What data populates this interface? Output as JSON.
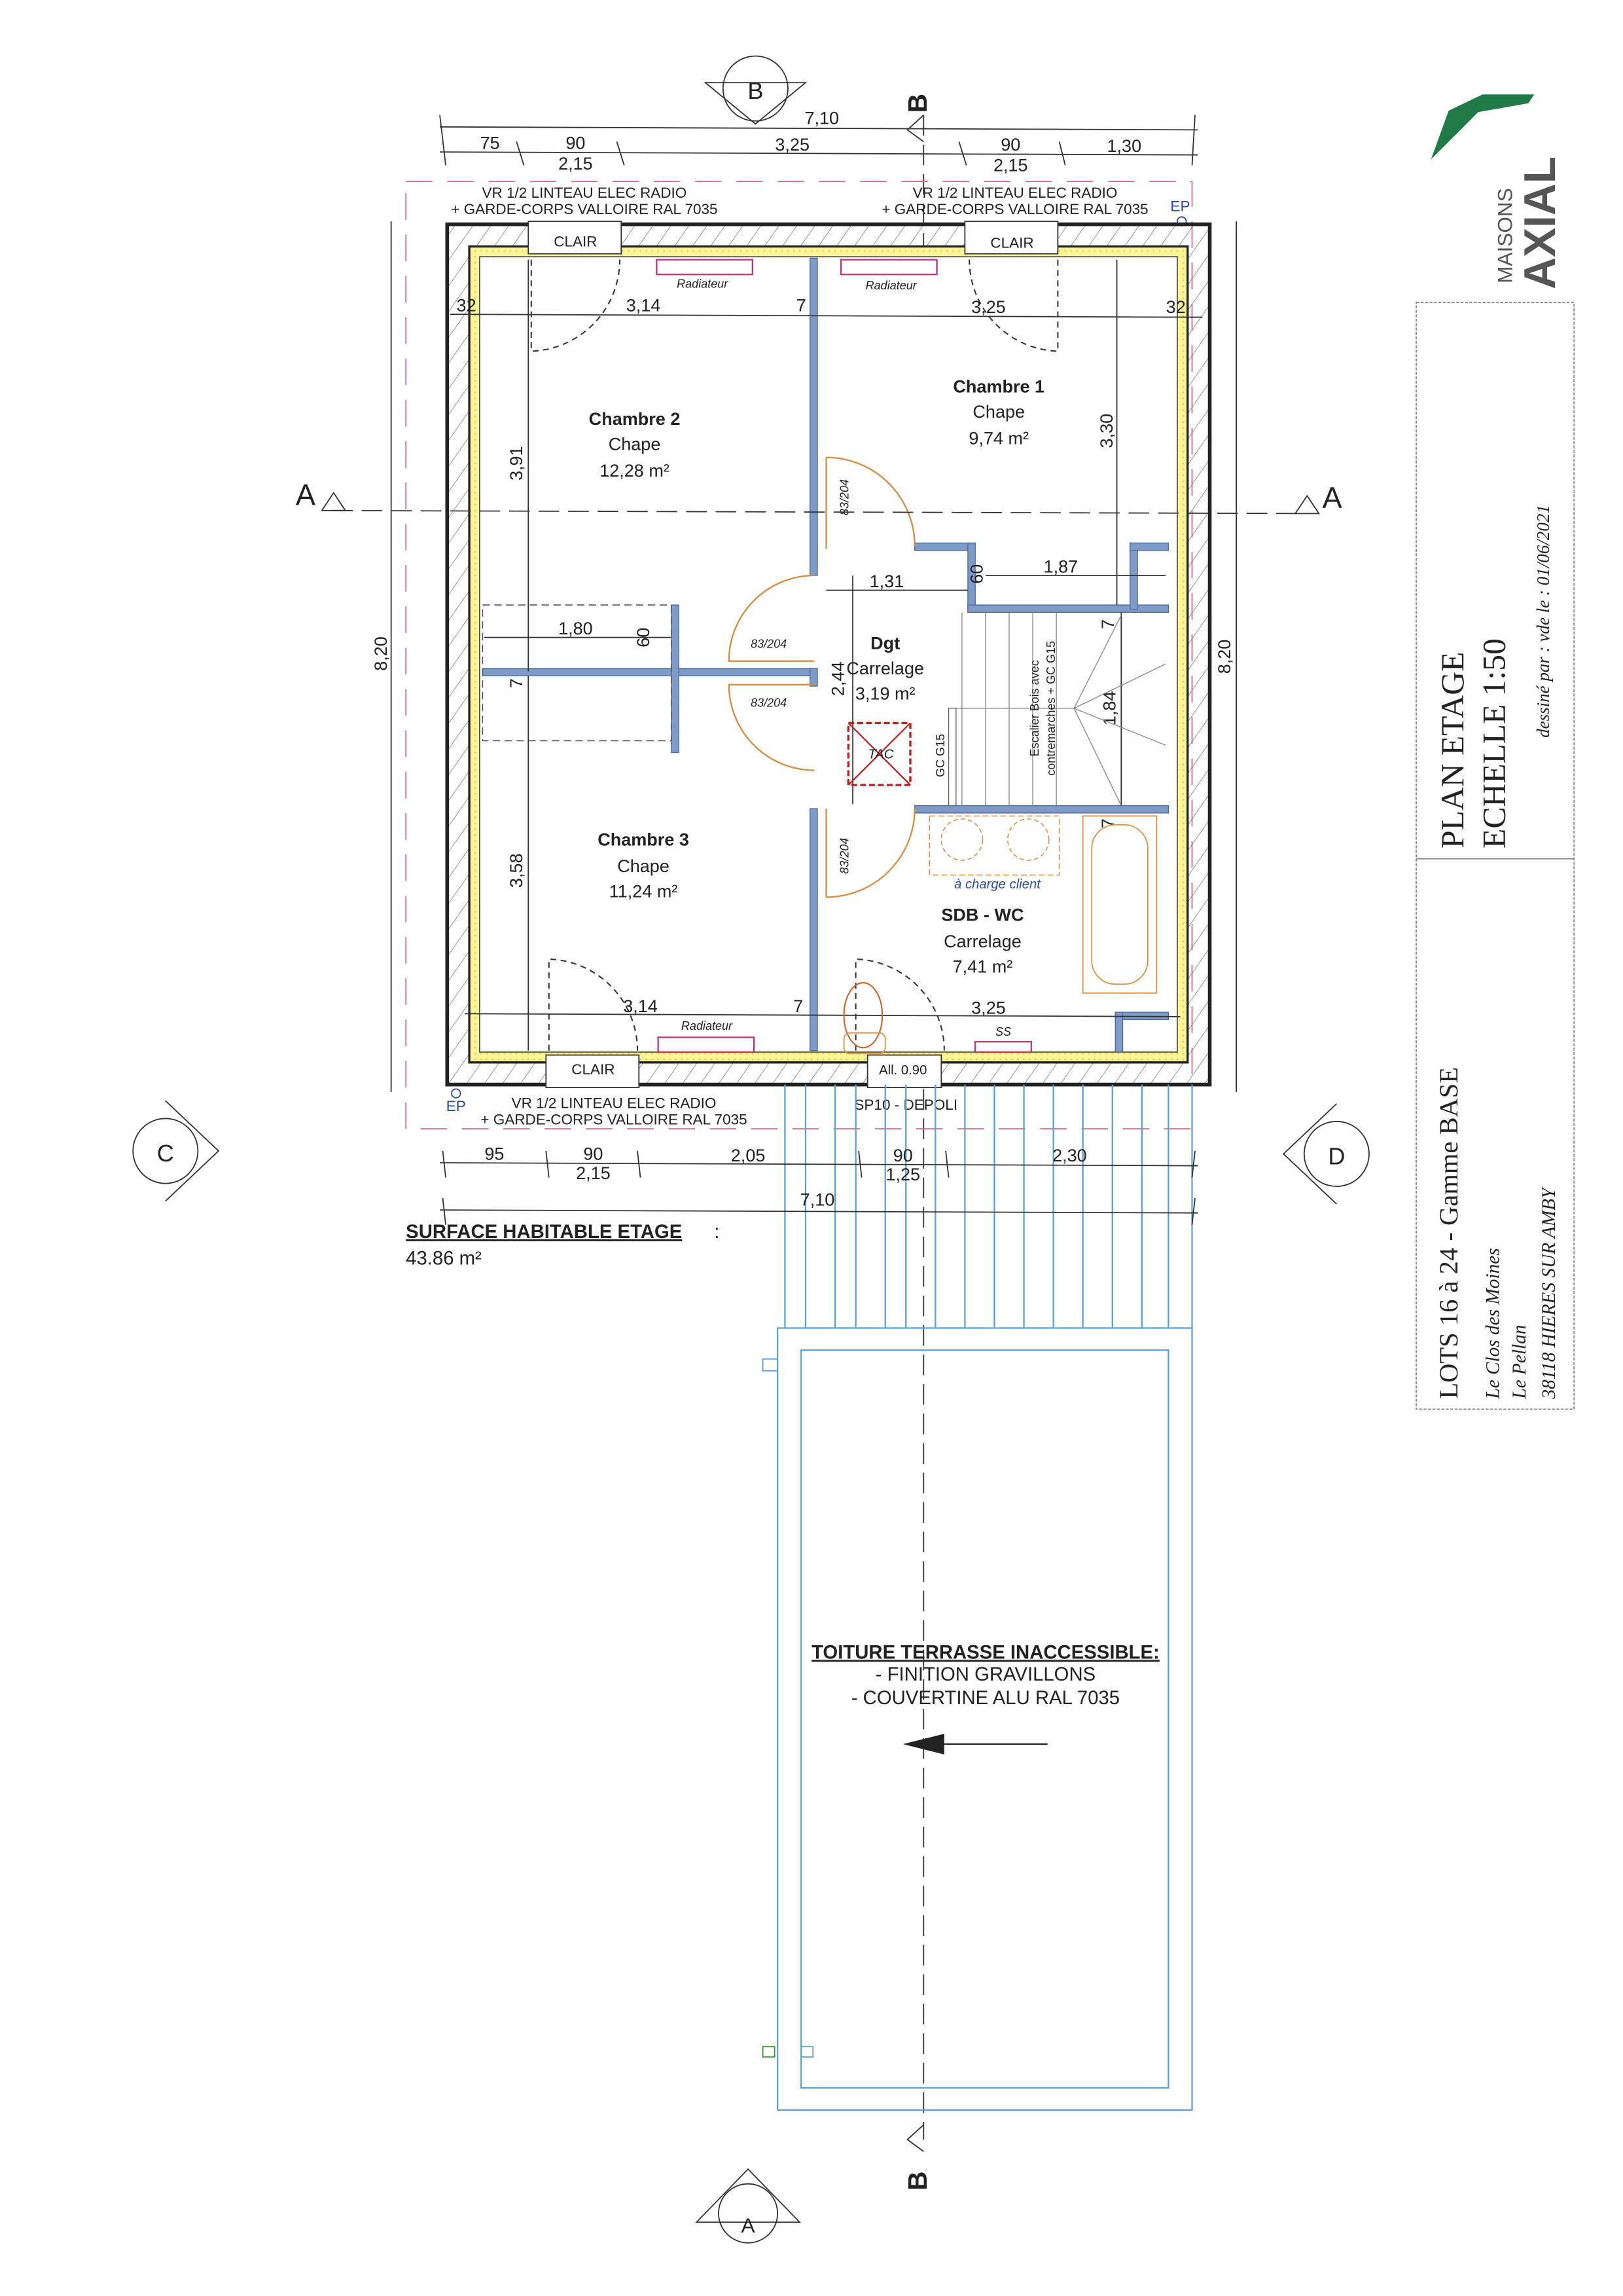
{
  "title_block": {
    "project": "LOTS 16 à 24 - Gamme BASE",
    "site_1": "Le Clos des Moines",
    "site_2": "Le Pellan",
    "site_3": "38118 HIERES SUR AMBY",
    "plan_title": "PLAN ETAGE",
    "scale": "ECHELLE 1:50",
    "drawn_by": "dessiné par : vde le : 01/06/2021"
  },
  "logo": {
    "line1": "MAISONS",
    "line2": "AXIAL",
    "color": "#1f7a45"
  },
  "sections": {
    "a": "A",
    "b": "B",
    "c": "C",
    "d": "D"
  },
  "dimensions": {
    "top_total": "7,10",
    "top": [
      "75",
      "90",
      "2,15",
      "3,25",
      "90",
      "2,15",
      "1,30"
    ],
    "bottom": [
      "95",
      "90",
      "2,15",
      "2,05",
      "90",
      "1,25",
      "2,30"
    ],
    "bottom_total": "7,10",
    "left_total": "8,20",
    "right_total": "8,20",
    "inner_top": [
      "32",
      "3,14",
      "7",
      "3,25",
      "32"
    ],
    "inner_bottom": [
      "3,14",
      "7",
      "3,25"
    ],
    "chambre2_height": "3,91",
    "chambre3_height": "3,58",
    "chambre1_height": "3,30",
    "closet_width": "1,80",
    "closet_depth": "60",
    "partition": "7",
    "dgt_width": "1,31",
    "dgt_height": "2,44",
    "stair_box_depth": "60",
    "stair_box_width": "1,87",
    "stair_width": "1,84",
    "stair_7a": "7",
    "stair_7b": "7"
  },
  "annotations": {
    "window_note_1": "VR 1/2 LINTEAU ELEC RADIO",
    "window_note_2": "+ GARDE-CORPS VALLOIRE RAL 7035",
    "clair": "CLAIR",
    "ep": "EP",
    "radiateur": "Radiateur",
    "door": "83/204",
    "tac": "TAC",
    "gc": "GC G15",
    "stair_1": "Escalier Bois avec",
    "stair_2": "contremarches + GC G15",
    "charge_client": "à charge client",
    "ss": "SS",
    "all": "All. 0.90",
    "sp10": "SP10 - DEPOLI"
  },
  "rooms": [
    {
      "name": "Chambre 2",
      "floor": "Chape",
      "area": "12,28 m²"
    },
    {
      "name": "Chambre 1",
      "floor": "Chape",
      "area": "9,74 m²"
    },
    {
      "name": "Dgt",
      "floor": "Carrelage",
      "area": "3,19 m²"
    },
    {
      "name": "Chambre 3",
      "floor": "Chape",
      "area": "11,24 m²"
    },
    {
      "name": "SDB - WC",
      "floor": "Carrelage",
      "area": "7,41 m²"
    }
  ],
  "surface": {
    "label": "SURFACE HABITABLE ETAGE",
    "colon": ":",
    "value": "43.86 m²"
  },
  "terrace": {
    "title": "TOITURE TERRASSE INACCESSIBLE:",
    "line1": "- FINITION GRAVILLONS",
    "line2": "- COUVERTINE ALU RAL 7035"
  }
}
